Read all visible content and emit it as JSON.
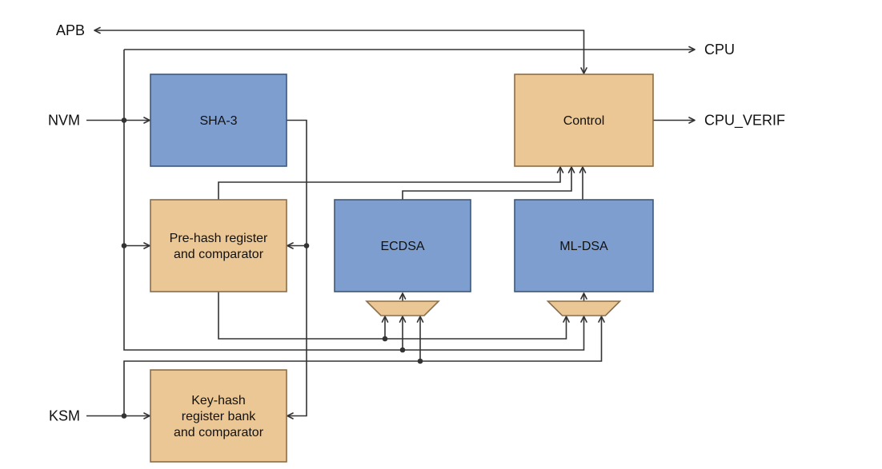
{
  "diagram": {
    "background": "#ffffff",
    "colors": {
      "blue_fill": "#7D9ECF",
      "blue_stroke": "#3F577A",
      "tan_fill": "#EBC795",
      "tan_stroke": "#8A6D4A",
      "wire": "#333333",
      "text": "#111111"
    },
    "blocks": {
      "sha3": {
        "label": "SHA-3"
      },
      "control": {
        "label": "Control"
      },
      "prehash": {
        "line1": "Pre-hash register",
        "line2": "and comparator"
      },
      "ecdsa": {
        "label": "ECDSA"
      },
      "mldsa": {
        "label": "ML-DSA"
      },
      "keyhash": {
        "line1": "Key-hash",
        "line2": "register bank",
        "line3": "and comparator"
      }
    },
    "ports": {
      "apb": "APB",
      "cpu": "CPU",
      "nvm": "NVM",
      "cpu_verif": "CPU_VERIF",
      "ksm": "KSM"
    }
  }
}
